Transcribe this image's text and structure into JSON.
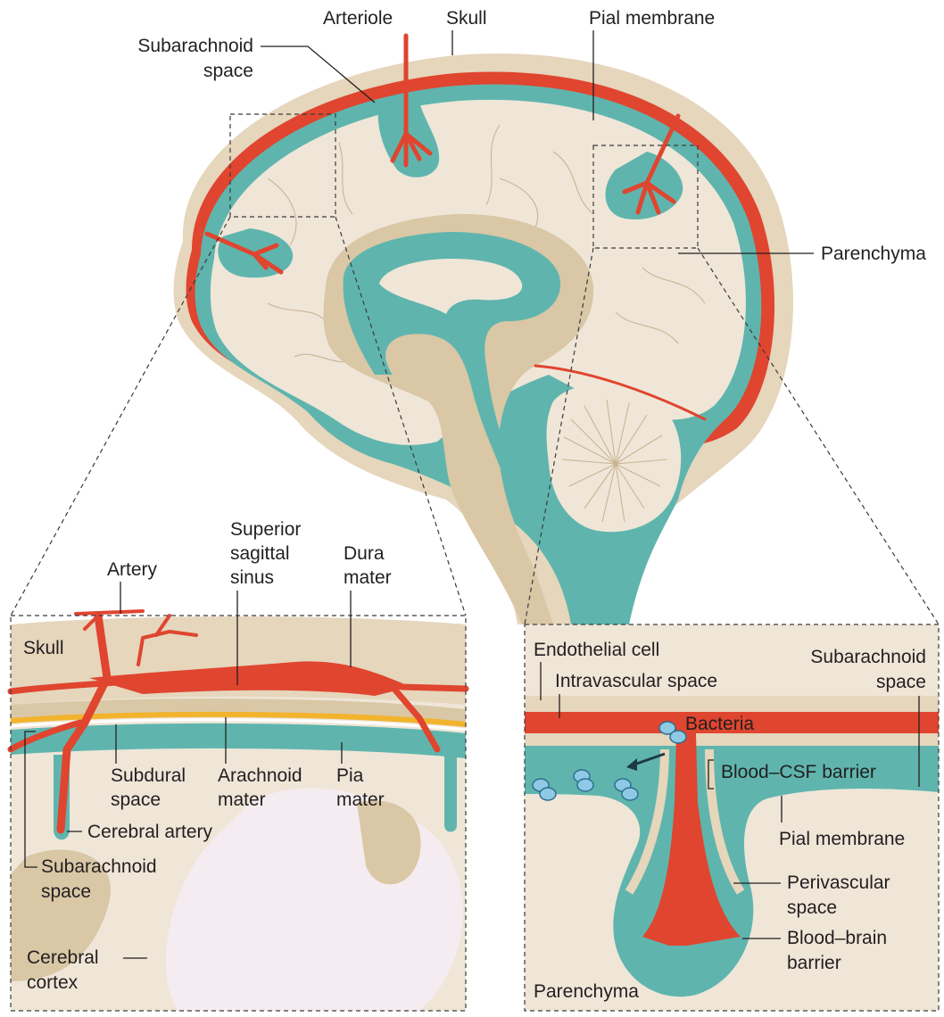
{
  "figure": {
    "main_labels": {
      "subarachnoid_space_1": "Subarachnoid",
      "subarachnoid_space_2": "space",
      "arteriole": "Arteriole",
      "skull": "Skull",
      "pial_membrane": "Pial membrane",
      "parenchyma": "Parenchyma"
    },
    "left_inset": {
      "skull": "Skull",
      "artery": "Artery",
      "superior_sagittal_sinus_1": "Superior",
      "superior_sagittal_sinus_2": "sagittal",
      "superior_sagittal_sinus_3": "sinus",
      "dura_mater_1": "Dura",
      "dura_mater_2": "mater",
      "subdural_space_1": "Subdural",
      "subdural_space_2": "space",
      "arachnoid_mater_1": "Arachnoid",
      "arachnoid_mater_2": "mater",
      "pia_mater_1": "Pia",
      "pia_mater_2": "mater",
      "cerebral_artery": "Cerebral artery",
      "subarachnoid_space_1": "Subarachnoid",
      "subarachnoid_space_2": "space",
      "cerebral_cortex_1": "Cerebral",
      "cerebral_cortex_2": "cortex"
    },
    "right_inset": {
      "endothelial_cell": "Endothelial cell",
      "intravascular_space": "Intravascular space",
      "subarachnoid_space_1": "Subarachnoid",
      "subarachnoid_space_2": "space",
      "bacteria": "Bacteria",
      "blood_csf_barrier": "Blood–CSF barrier",
      "pial_membrane": "Pial membrane",
      "perivascular_space_1": "Perivascular",
      "perivascular_space_2": "space",
      "blood_brain_barrier_1": "Blood–brain",
      "blood_brain_barrier_2": "barrier",
      "parenchyma": "Parenchyma"
    },
    "colors": {
      "blood": "#e0452f",
      "csf": "#5fb5ad",
      "skull": "#e5d6bc",
      "tissue": "#efe6d8",
      "dura_highlight": "#f2b32d"
    }
  }
}
